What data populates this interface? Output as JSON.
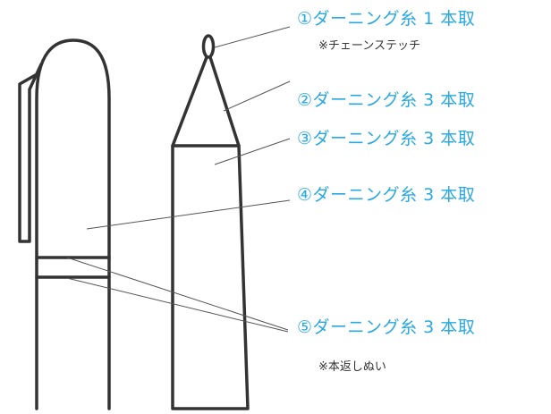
{
  "colors": {
    "label": "#29a9e0",
    "note": "#333333",
    "outline": "#333333",
    "leader": "#555555"
  },
  "labels": [
    {
      "id": "l1",
      "text": "①ダーニング糸 1 本取",
      "note": "※チェーンステッチ"
    },
    {
      "id": "l2",
      "text": "②ダーニング糸 3 本取",
      "note": ""
    },
    {
      "id": "l3",
      "text": "③ダーニング糸 3 本取",
      "note": ""
    },
    {
      "id": "l4",
      "text": "④ダーニング糸 3 本取",
      "note": ""
    },
    {
      "id": "l5",
      "text": "⑤ダーニング糸 3 本取",
      "note": "※本返しぬい"
    }
  ]
}
